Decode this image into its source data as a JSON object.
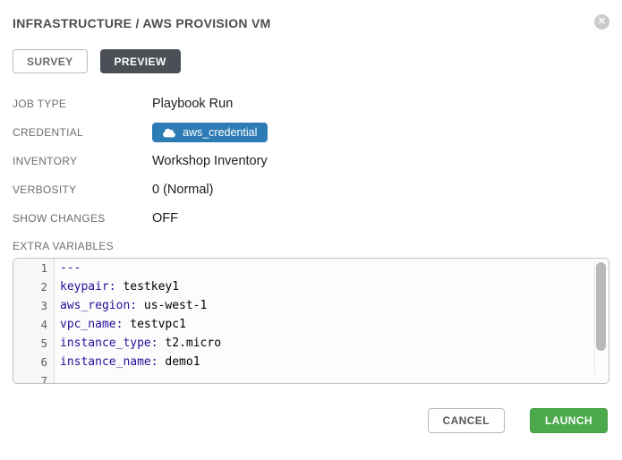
{
  "header": {
    "title": "INFRASTRUCTURE / AWS PROVISION VM",
    "close_glyph": "✕"
  },
  "tabs": [
    {
      "label": "SURVEY",
      "active": false
    },
    {
      "label": "PREVIEW",
      "active": true
    }
  ],
  "details": [
    {
      "label": "JOB TYPE",
      "value": "Playbook Run",
      "badge": false
    },
    {
      "label": "CREDENTIAL",
      "value": "aws_credential",
      "badge": true,
      "icon": "cloud-icon"
    },
    {
      "label": "INVENTORY",
      "value": "Workshop Inventory",
      "badge": false
    },
    {
      "label": "VERBOSITY",
      "value": "0 (Normal)",
      "badge": false
    },
    {
      "label": "SHOW CHANGES",
      "value": "OFF",
      "badge": false
    }
  ],
  "extra_variables": {
    "label": "EXTRA VARIABLES",
    "lines": [
      {
        "num": "1",
        "key": "---",
        "value": ""
      },
      {
        "num": "2",
        "key": "keypair:",
        "value": " testkey1"
      },
      {
        "num": "3",
        "key": "aws_region:",
        "value": " us-west-1"
      },
      {
        "num": "4",
        "key": "vpc_name:",
        "value": " testvpc1"
      },
      {
        "num": "5",
        "key": "instance_type:",
        "value": " t2.micro"
      },
      {
        "num": "6",
        "key": "instance_name:",
        "value": " demo1"
      },
      {
        "num": "7",
        "key": "",
        "value": ""
      }
    ]
  },
  "footer": {
    "cancel_label": "CANCEL",
    "launch_label": "LAUNCH"
  },
  "colors": {
    "accent_blue": "#2d7cb5",
    "launch_green": "#4caa4c",
    "tab_active_bg": "#4b5056",
    "code_key": "#221199"
  }
}
